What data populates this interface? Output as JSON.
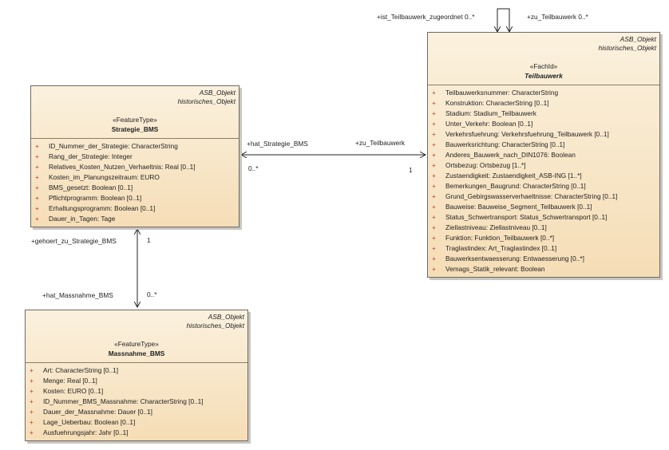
{
  "classes": {
    "strategie": {
      "parents": [
        "ASB_Objekt",
        "historisches_Objekt"
      ],
      "stereotype": "«FeatureType»",
      "name": "Strategie_BMS",
      "attributes": [
        "ID_Nummer_der_Strategie: CharacterString",
        "Rang_der_Strategie: Integer",
        "Relatives_Kosten_Nutzen_Verhaeltnis: Real [0..1]",
        "Kosten_im_Planungszeitraum: EURO",
        "BMS_gesetzt: Boolean [0..1]",
        "Pflichtprogramm: Boolean [0..1]",
        "Erhaltungsprogramm: Boolean [0..1]",
        "Dauer_in_Tagen: Tage"
      ]
    },
    "massnahme": {
      "parents": [
        "ASB_Objekt",
        "historisches_Objekt"
      ],
      "stereotype": "«FeatureType»",
      "name": "Massnahme_BMS",
      "attributes": [
        "Art: CharacterString [0..1]",
        "Menge: Real [0..1]",
        "Kosten: EURO [0..1]",
        "ID_Nummer_BMS_Massnahme: CharacterString [0..1]",
        "Dauer_der_Massnahme: Dauer [0..1]",
        "Lage_Ueberbau: Boolean [0..1]",
        "Ausfuehrungsjahr: Jahr [0..1]"
      ]
    },
    "teilbauwerk": {
      "parents": [
        "ASB_Objekt",
        "historisches_Objekt"
      ],
      "stereotype": "«FachId»",
      "name": "Teilbauwerk",
      "attributes": [
        "Teilbauwerksnummer: CharacterString",
        "Konstruktion: CharacterString [0..1]",
        "Stadium: Stadium_Teilbauwerk",
        "Unter_Verkehr: Boolean [0..1]",
        "Verkehrsfuehrung: Verkehrsfuehrung_Teilbauwerk [0..1]",
        "Bauwerksrichtung: CharacterString [0..1]",
        "Anderes_Bauwerk_nach_DIN1076: Boolean",
        "Ortsbezug: Ortsbezug [1..*]",
        "Zustaendigkeit: Zustaendigkeit_ASB-ING [1..*]",
        "Bemerkungen_Baugrund: CharacterString [0..1]",
        "Grund_Gebirgswasserverhaeltnisse: CharacterString [0..1]",
        "Bauweise: Bauweise_Segment_Teilbauwerk [0..1]",
        "Status_Schwertransport: Status_Schwertransport [0..1]",
        "Ziellastniveau: Ziellastniveau [0..1]",
        "Funktion: Funktion_Teilbauwerk [0..*]",
        "Traglastindex: Art_Traglastindex [0..1]",
        "Bauwerksentwaesserung: Entwaesserung [0..*]",
        "Vemags_Statik_relevant: Boolean"
      ]
    }
  },
  "associations": {
    "strategie_teilbauwerk": {
      "role_left": "+hat_Strategie_BMS",
      "mult_left": "0..*",
      "role_right": "+zu_Teilbauwerk",
      "mult_right": "1"
    },
    "strategie_massnahme": {
      "role_top": "+gehoert_zu_Strategie_BMS",
      "mult_top": "1",
      "role_bottom": "+hat_Massnahme_BMS",
      "mult_bottom": "0..*"
    },
    "teilbauwerk_self": {
      "role_left": "+ist_Teilbauwerk_zugeordnet 0..*",
      "role_right": "+zu_Teilbauwerk 0..*"
    }
  },
  "colors": {
    "box_top": "#fbf1de",
    "box_bottom": "#f5ddb6",
    "attr_plus": "#c0392b",
    "line": "#222222"
  }
}
